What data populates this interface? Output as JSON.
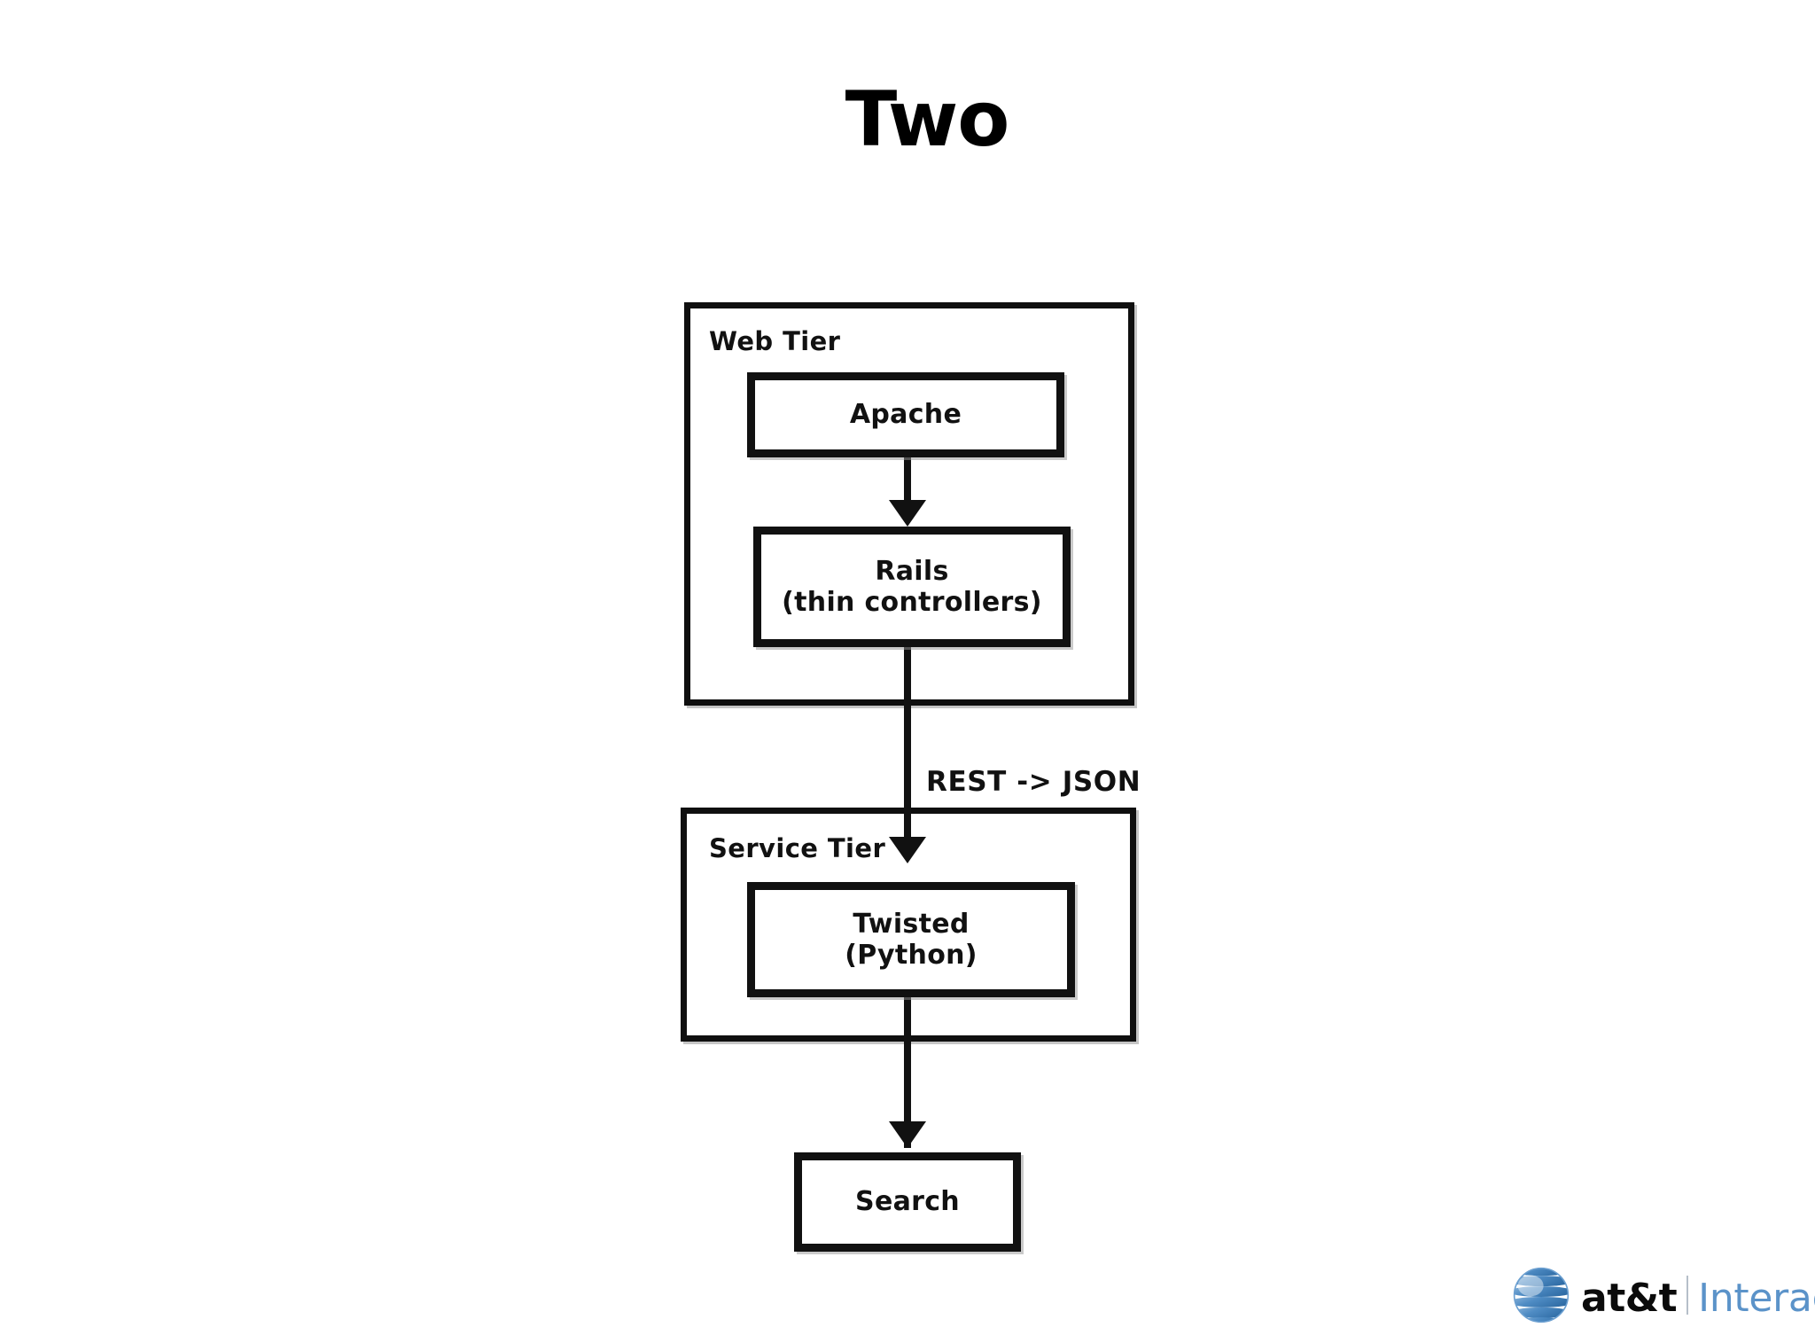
{
  "slide": {
    "title": "Two",
    "background_color": "#ffffff",
    "ink_color": "#111111"
  },
  "diagram": {
    "type": "flow-diagram",
    "tiers": [
      {
        "id": "web-tier",
        "label": "Web Tier",
        "nodes": [
          "apache",
          "rails"
        ]
      },
      {
        "id": "service-tier",
        "label": "Service Tier",
        "nodes": [
          "twisted"
        ]
      }
    ],
    "nodes": [
      {
        "id": "apache",
        "lines": [
          "Apache"
        ]
      },
      {
        "id": "rails",
        "lines": [
          "Rails",
          "(thin controllers)"
        ]
      },
      {
        "id": "twisted",
        "lines": [
          "Twisted",
          "(Python)"
        ]
      },
      {
        "id": "search",
        "lines": [
          "Search"
        ]
      }
    ],
    "edges": [
      {
        "from": "apache",
        "to": "rails",
        "label": ""
      },
      {
        "from": "rails",
        "to": "twisted",
        "label": "REST -> JSON"
      },
      {
        "from": "twisted",
        "to": "search",
        "label": ""
      }
    ]
  },
  "logo": {
    "globe_icon": "att-globe-icon",
    "brand": "at&t",
    "product": "Interactive",
    "brand_color": "#0b0b0b",
    "product_color": "#5b93c9",
    "globe_color": "#5b93c9"
  }
}
